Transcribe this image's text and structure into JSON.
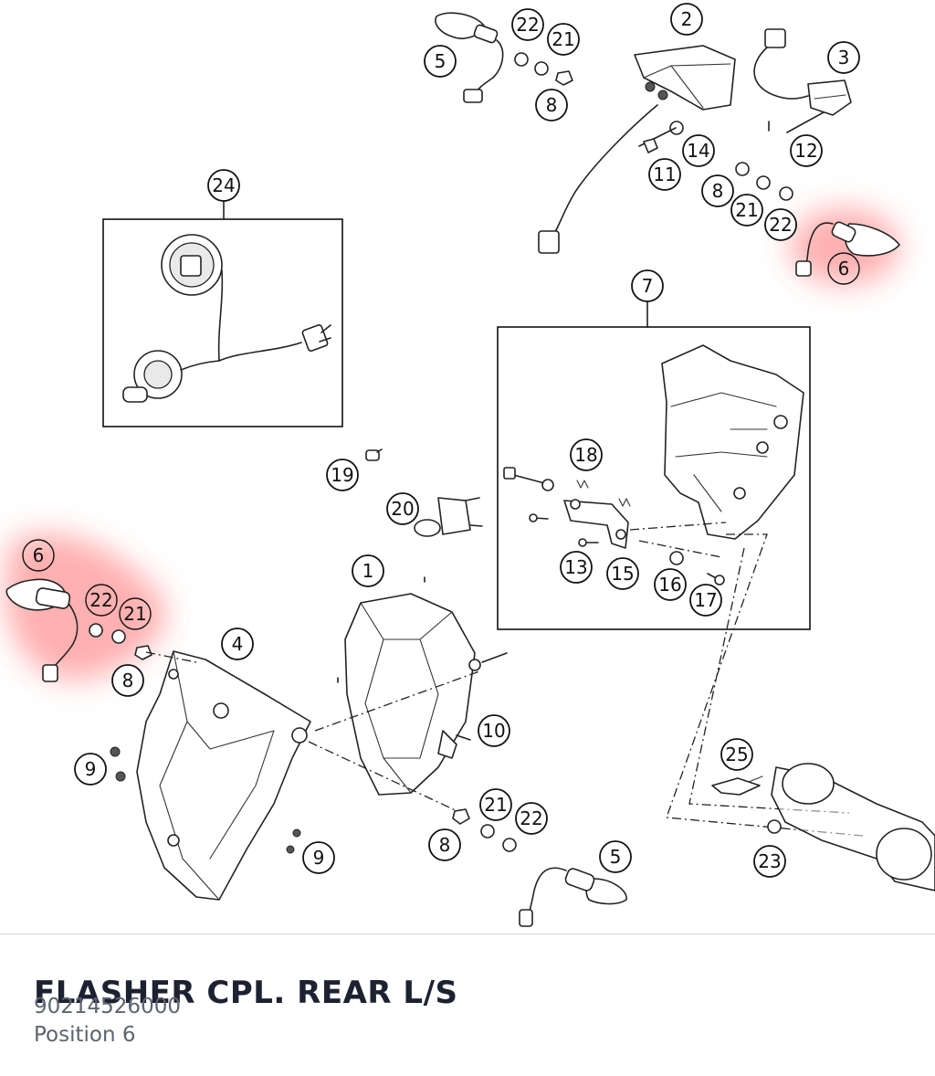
{
  "part": {
    "title": "FLASHER CPL. REAR L/S",
    "number": "90214526000",
    "position": "Position 6"
  },
  "highlight_color": "#ff4d4d",
  "callouts": {
    "c1": "1",
    "c2": "2",
    "c3": "3",
    "c4": "4",
    "c5a": "5",
    "c5b": "5",
    "c6a": "6",
    "c6b": "6",
    "c7": "7",
    "c8a": "8",
    "c8b": "8",
    "c8c": "8",
    "c8d": "8",
    "c9a": "9",
    "c9b": "9",
    "c10": "10",
    "c11": "11",
    "c12": "12",
    "c13": "13",
    "c14": "14",
    "c15": "15",
    "c16": "16",
    "c17": "17",
    "c18": "18",
    "c19": "19",
    "c20": "20",
    "c21a": "21",
    "c21b": "21",
    "c21c": "21",
    "c21d": "21",
    "c22a": "22",
    "c22b": "22",
    "c22c": "22",
    "c22d": "22",
    "c23": "23",
    "c24": "24",
    "c25": "25"
  }
}
